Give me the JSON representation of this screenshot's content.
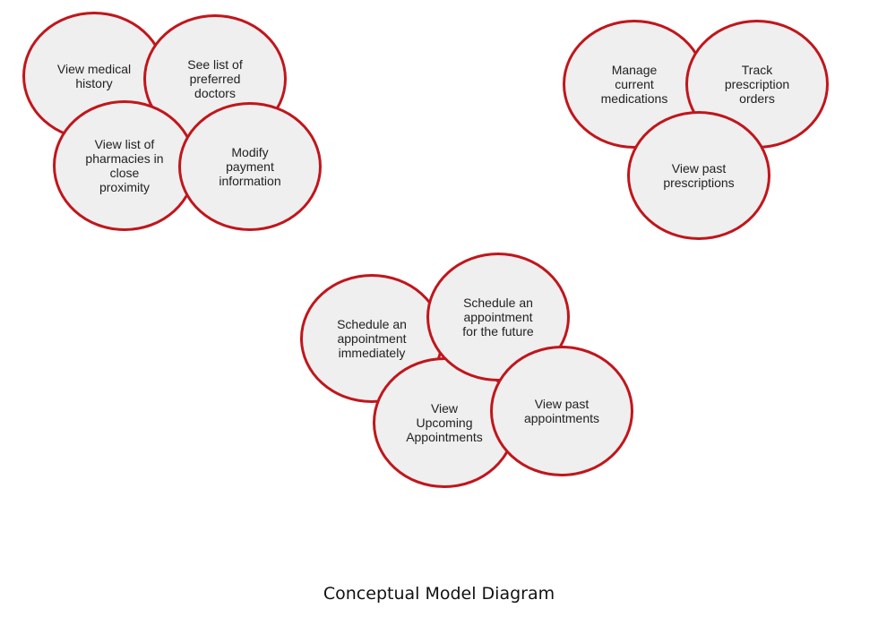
{
  "colors": {
    "bubble_border": "#c0161c",
    "bubble_fill": "#efefef",
    "text": "#222222"
  },
  "clusters": [
    {
      "bubbles": [
        {
          "label": "View medical\nhistory"
        },
        {
          "label": "See list of\npreferred\ndoctors"
        },
        {
          "label": "View list of\npharmacies in\nclose\nproximity"
        },
        {
          "label": "Modify\npayment\ninformation"
        }
      ]
    },
    {
      "bubbles": [
        {
          "label": "Manage\ncurrent\nmedications"
        },
        {
          "label": "Track\nprescription\norders"
        },
        {
          "label": "View past\nprescriptions"
        }
      ]
    },
    {
      "bubbles": [
        {
          "label": "Schedule an\nappointment\nimmediately"
        },
        {
          "label": "View\nUpcoming\nAppointments"
        },
        {
          "label": "Schedule an\nappointment\nfor the future"
        },
        {
          "label": "View past\nappointments"
        }
      ]
    }
  ],
  "caption": "Conceptual Model Diagram"
}
